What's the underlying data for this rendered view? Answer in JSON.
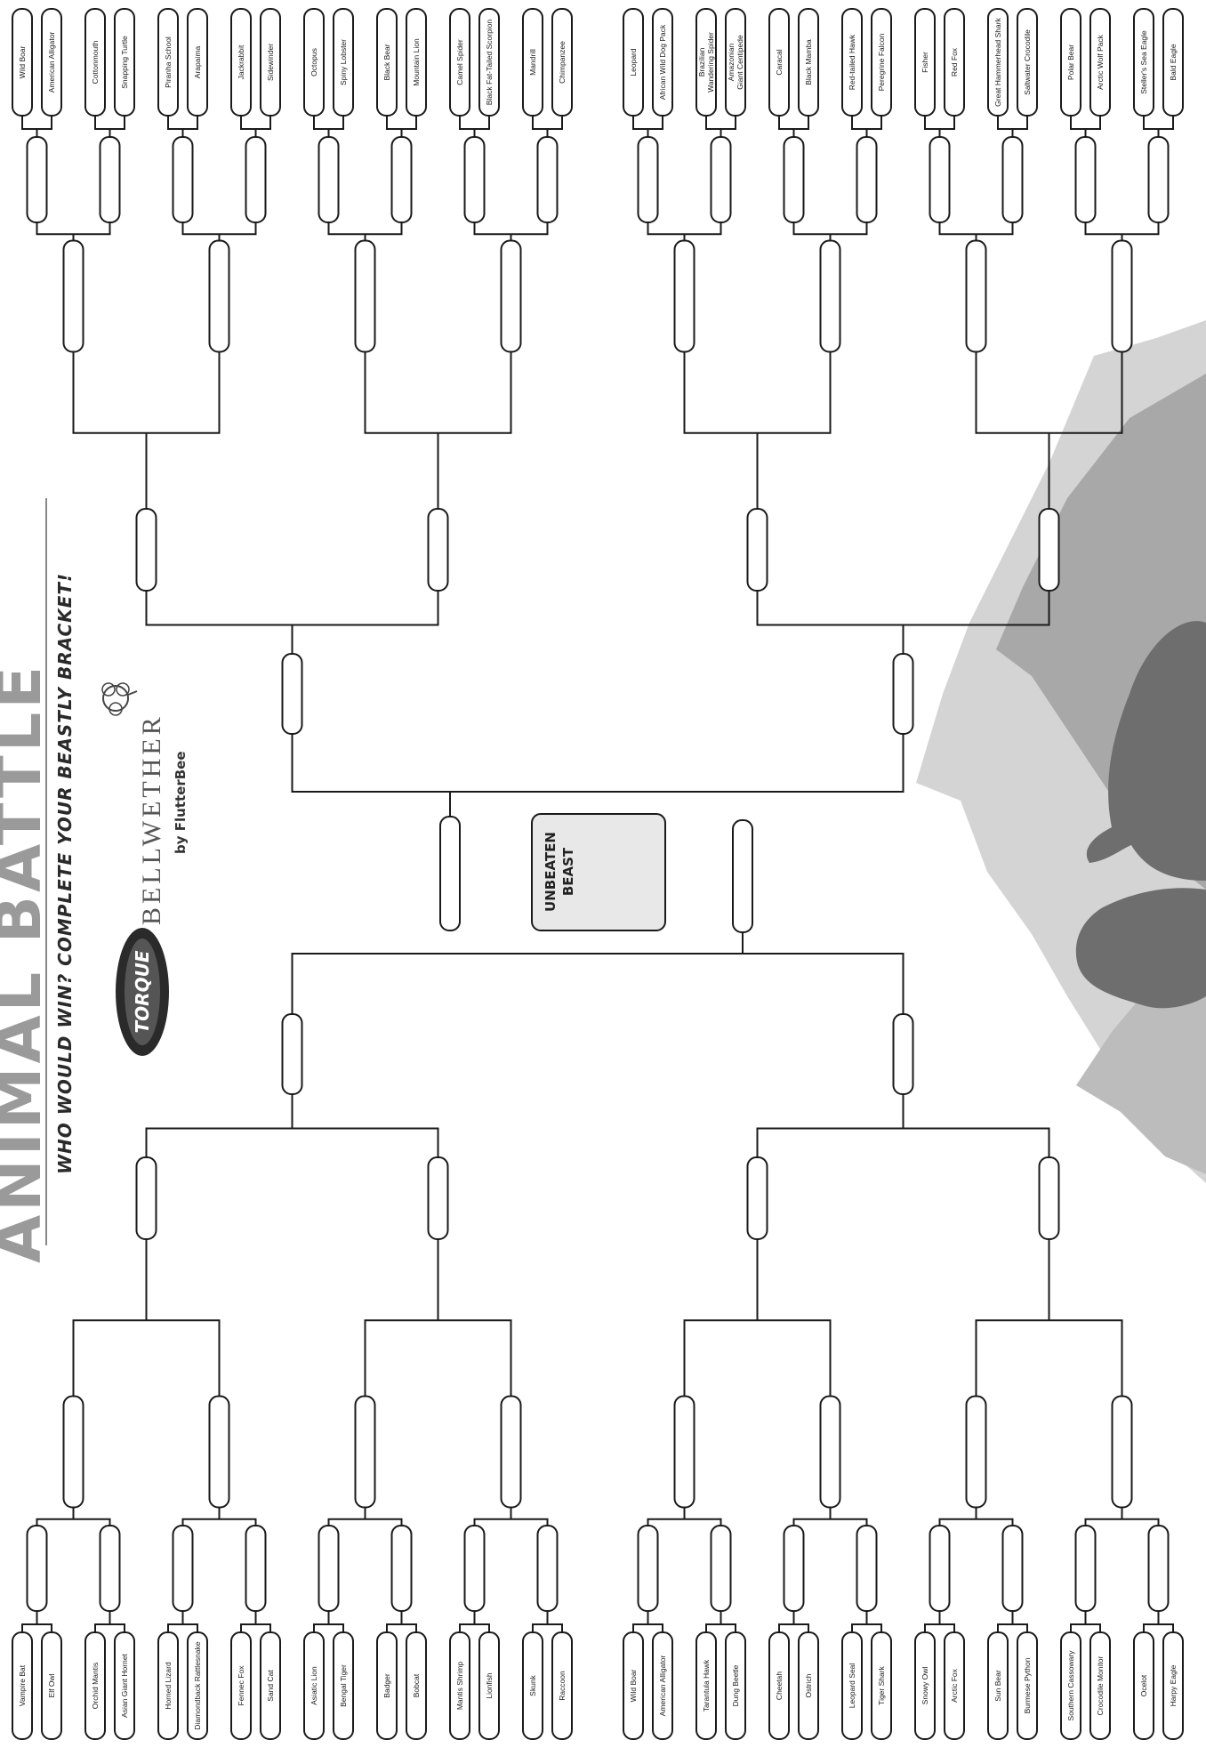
{
  "header": {
    "tagline": "WHO WOULD WIN? COMPLETE YOUR BEASTLY BRACKET!",
    "brand": "BELLWETHER",
    "byline": "by FlutterBee",
    "logo": "TORQUE",
    "big_title": "ANIMAL BATTLE"
  },
  "center_label": [
    "UNBEATEN",
    "BEAST"
  ],
  "top_row": [
    [
      "Wild Boar"
    ],
    [
      "American Alligator"
    ],
    [
      "Cottonmouth"
    ],
    [
      "Snapping Turtle"
    ],
    [
      "Piranha School"
    ],
    [
      "Arapaima"
    ],
    [
      "Jackrabbit"
    ],
    [
      "Sidewinder"
    ],
    [
      "Octopus"
    ],
    [
      "Spiny Lobster"
    ],
    [
      "Black Bear"
    ],
    [
      "Mountain Lion"
    ],
    [
      "Camel Spider"
    ],
    [
      "Black Fat-Tailed Scorpion"
    ],
    [
      "Mandrill"
    ],
    [
      "Chimpanzee"
    ],
    [
      "Leopard"
    ],
    [
      "African Wild Dog Pack"
    ],
    [
      "Brazilian",
      "Wandering Spider"
    ],
    [
      "Amazonian",
      "Giant Centipede"
    ],
    [
      "Caracal"
    ],
    [
      "Black Mamba"
    ],
    [
      "Red-tailed Hawk"
    ],
    [
      "Peregrine Falcon"
    ],
    [
      "Fisher"
    ],
    [
      "Red Fox"
    ],
    [
      "Great Hammerhead Shark"
    ],
    [
      "Saltwater Crocodile"
    ],
    [
      "Polar Bear"
    ],
    [
      "Arctic Wolf Pack"
    ],
    [
      "Steller's Sea Eagle"
    ],
    [
      "Bald Eagle"
    ]
  ],
  "bottom_row": [
    [
      "Vampire Bat"
    ],
    [
      "Elf Owl"
    ],
    [
      "Orchid Mantis"
    ],
    [
      "Asian Giant Hornet"
    ],
    [
      "Horned Lizard"
    ],
    [
      "Diamondback Rattlesnake"
    ],
    [
      "Fennec Fox"
    ],
    [
      "Sand Cat"
    ],
    [
      "Asiatic Lion"
    ],
    [
      "Bengal Tiger"
    ],
    [
      "Badger"
    ],
    [
      "Bobcat"
    ],
    [
      "Mantis Shrimp"
    ],
    [
      "Lionfish"
    ],
    [
      "Skunk"
    ],
    [
      "Raccoon"
    ],
    [
      "Wild Boar"
    ],
    [
      "American Alligator"
    ],
    [
      "Tarantula Hawk"
    ],
    [
      "Dung Beetle"
    ],
    [
      "Cheetah"
    ],
    [
      "Ostrich"
    ],
    [
      "Leopard Seal"
    ],
    [
      "Tiger Shark"
    ],
    [
      "Snowy Owl"
    ],
    [
      "Arctic Fox"
    ],
    [
      "Sun Bear"
    ],
    [
      "Burmese Python"
    ],
    [
      "Southern Cassowary"
    ],
    [
      "Crocodile Monitor"
    ],
    [
      "Ocelot"
    ],
    [
      "Harpy Eagle"
    ]
  ],
  "colors": {
    "ink": "#1a1a1a",
    "center_fill": "#e8e8e8",
    "mountain_light": "#d4d4d4",
    "mountain_dark": "#a8a8a8",
    "silhouette": "#6e6e6e",
    "title_gray": "#9a9a9a"
  },
  "icons": [
    "torque-logo-icon",
    "sheep-logo-icon",
    "mountain-icon",
    "bison-silhouette-icon",
    "bear-silhouette-icon"
  ]
}
